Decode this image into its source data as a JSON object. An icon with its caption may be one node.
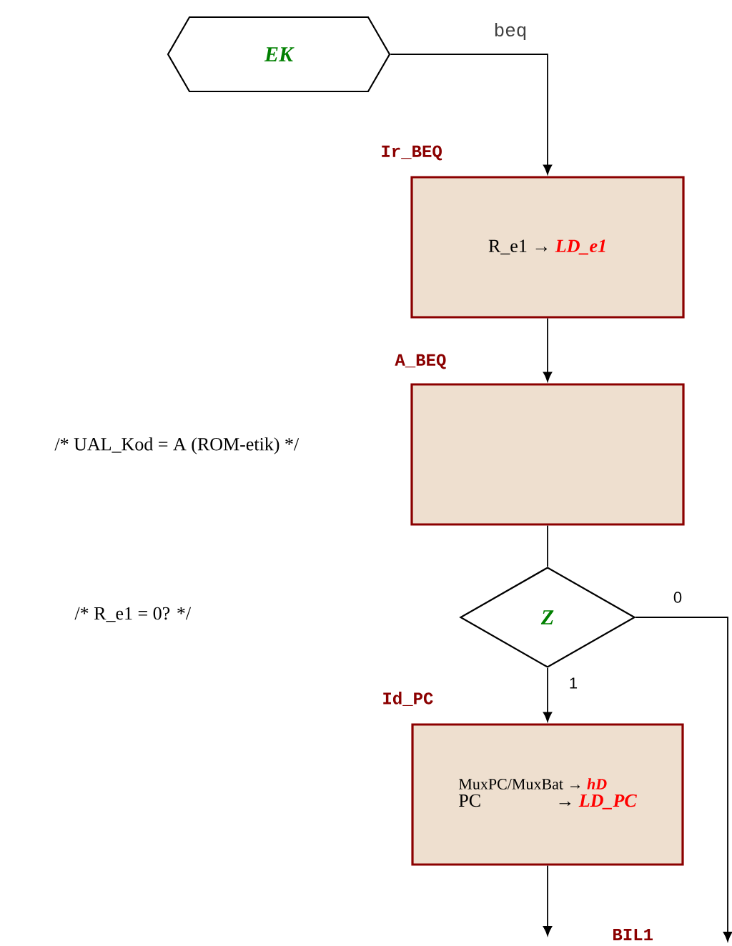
{
  "diagram": {
    "nodes": [
      {
        "text": [
          "EK"
        ]
      },
      {
        "text": [
          "Ir_BEQ",
          "R_e1 →",
          "LD_e1"
        ]
      },
      {
        "text": [
          "A_BEQ"
        ]
      },
      {
        "text": [
          "Z"
        ]
      },
      {
        "text": [
          "Id_PC",
          "MuxPC/MuxBat →",
          "hD",
          "PC",
          "→",
          "LD_PC"
        ]
      }
    ],
    "edges": [
      {
        "from": 0,
        "to": 1,
        "arrow": "to",
        "label": "beq"
      },
      {
        "from": 1,
        "to": 2,
        "arrow": "to"
      },
      {
        "from": 2,
        "to": 3,
        "arrow": "none"
      },
      {
        "from": 3,
        "to": null,
        "arrow": "to",
        "label": "0"
      },
      {
        "from": 3,
        "to": 4,
        "arrow": "to",
        "label": "1"
      },
      {
        "from": 4,
        "to": null,
        "arrow": "to"
      }
    ],
    "labels": [
      "/* UAL_Kod = A (ROM-etik) */",
      "/* R_e1 = 0? */",
      "BIL1"
    ]
  }
}
